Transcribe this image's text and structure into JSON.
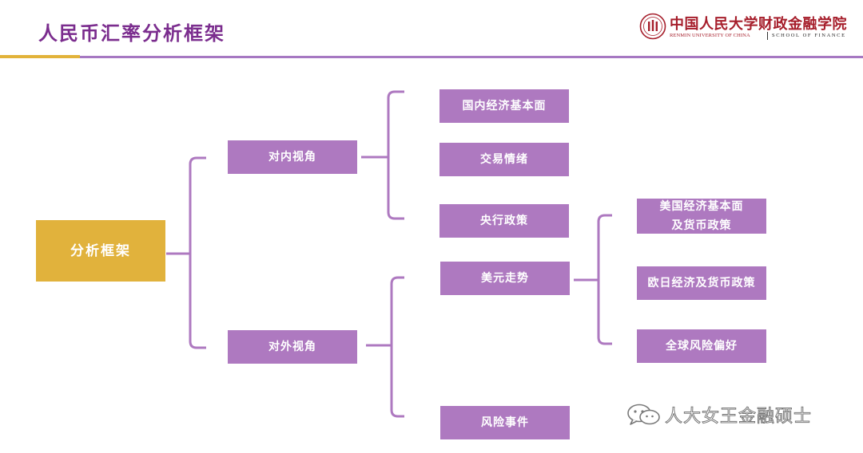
{
  "header": {
    "title": "人民币汇率分析框架",
    "logo": {
      "chinese": "中国人民大学",
      "chinese_school": "财政金融学院",
      "english_left": "RENMIN UNIVERSITY OF CHINA",
      "english_right": "SCHOOL OF FINANCE"
    }
  },
  "diagram": {
    "root": "分析框架",
    "internal_view": {
      "label": "对内视角",
      "children": [
        "国内经济基本面",
        "交易情绪",
        "央行政策"
      ]
    },
    "external_view": {
      "label": "对外视角",
      "dollar_trend": {
        "label": "美元走势",
        "children": [
          {
            "line1": "美国经济基本面",
            "line2": "及货币政策"
          },
          {
            "line1": "欧日经济及货币政策"
          },
          {
            "line1": "全球风险偏好"
          }
        ]
      },
      "risk_events": "风险事件"
    }
  },
  "watermark": {
    "icon": "wechat-icon",
    "text": "人大女王金融硕士"
  },
  "colors": {
    "title": "#7b2d8e",
    "node_purple": "#ae79c0",
    "node_gold": "#e1b23c",
    "connector": "#ae79c0",
    "logo_red": "#a61e2b"
  }
}
